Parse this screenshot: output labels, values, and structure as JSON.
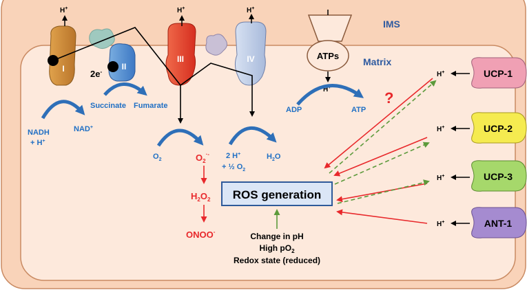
{
  "compartments": {
    "ims": "IMS",
    "matrix": "Matrix"
  },
  "complexes": {
    "c1": "I",
    "c2": "II",
    "c3": "III",
    "c4": "IV",
    "atps": "ATPs"
  },
  "electrons": {
    "base": "2e",
    "sup": "-"
  },
  "substrates": {
    "succinate": "Succinate",
    "fumarate": "Fumarate",
    "nadh1": "NADH",
    "nadh2": "+ H",
    "nad": "NAD",
    "adp": "ADP",
    "atp": "ATP"
  },
  "protons": {
    "label": "H",
    "sup": "+"
  },
  "ros": {
    "o2": "O",
    "o2sub": "2",
    "superoxide": "O",
    "superoxide_sub": "2",
    "superoxide_sup": "·-",
    "h2o2": "H",
    "h2o2_sub1": "2",
    "h2o2_mid": "O",
    "h2o2_sub2": "2",
    "onoo": "ONOO",
    "onoo_sup": "-"
  },
  "water": {
    "line1a": "2 H",
    "line1sup": "+",
    "line2a": "+ ½ O",
    "line2sub": "2",
    "h2o": "H",
    "h2o_sub": "2",
    "h2o_end": "O"
  },
  "ros_generation": "ROS generation",
  "question_mark": "?",
  "conditions": {
    "line1": "Change in pH",
    "line2a": "High pO",
    "line2sub": "2",
    "line3": "Redox state (reduced)"
  },
  "uncouplers": [
    {
      "label": "UCP-1",
      "color": "#f0a0b4"
    },
    {
      "label": "UCP-2",
      "color": "#f5eb50"
    },
    {
      "label": "UCP-3",
      "color": "#a6d86b"
    },
    {
      "label": "ANT-1",
      "color": "#a58bd0"
    }
  ],
  "colors": {
    "ims": "#f9d3b9",
    "matrix": "#fde9dc",
    "blue_text": "#1f6fc4",
    "red": "#e8282b",
    "dashed_green": "#5c9a3b",
    "ros_box": "#dbe6f6"
  }
}
